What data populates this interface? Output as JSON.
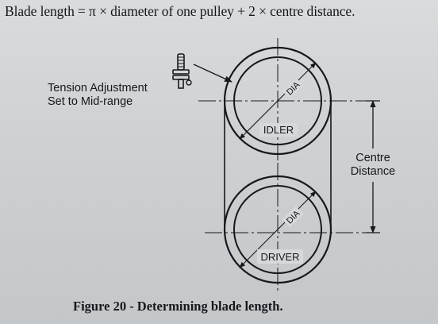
{
  "formula": "Blade length = π × diameter of one pulley + 2 × centre distance.",
  "labels": {
    "tension_line1": "Tension Adjustment",
    "tension_line2": "Set to Mid-range",
    "centre_line1": "Centre",
    "centre_line2": "Distance",
    "idler": "IDLER",
    "driver": "DRIVER",
    "dia_upper": "DIA",
    "dia_lower": "DIA"
  },
  "caption": "Figure 20 - Determining blade length."
}
